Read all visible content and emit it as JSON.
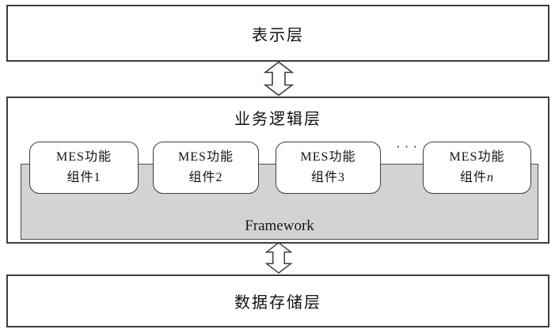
{
  "diagram": {
    "presentation_layer": {
      "label": "表示层"
    },
    "business_layer": {
      "label": "业务逻辑层",
      "framework_label": "Framework",
      "ellipsis": "···",
      "components": [
        {
          "line1": "MES功能",
          "line2_prefix": "组件",
          "line2_index": "1"
        },
        {
          "line1": "MES功能",
          "line2_prefix": "组件",
          "line2_index": "2"
        },
        {
          "line1": "MES功能",
          "line2_prefix": "组件",
          "line2_index": "3"
        },
        {
          "line1": "MES功能",
          "line2_prefix": "组件",
          "line2_index": "n"
        }
      ]
    },
    "data_layer": {
      "label": "数据存储层"
    },
    "colors": {
      "border": "#3d3d3d",
      "framework_fill": "#d3d3d3",
      "box_fill": "#ffffff"
    }
  }
}
